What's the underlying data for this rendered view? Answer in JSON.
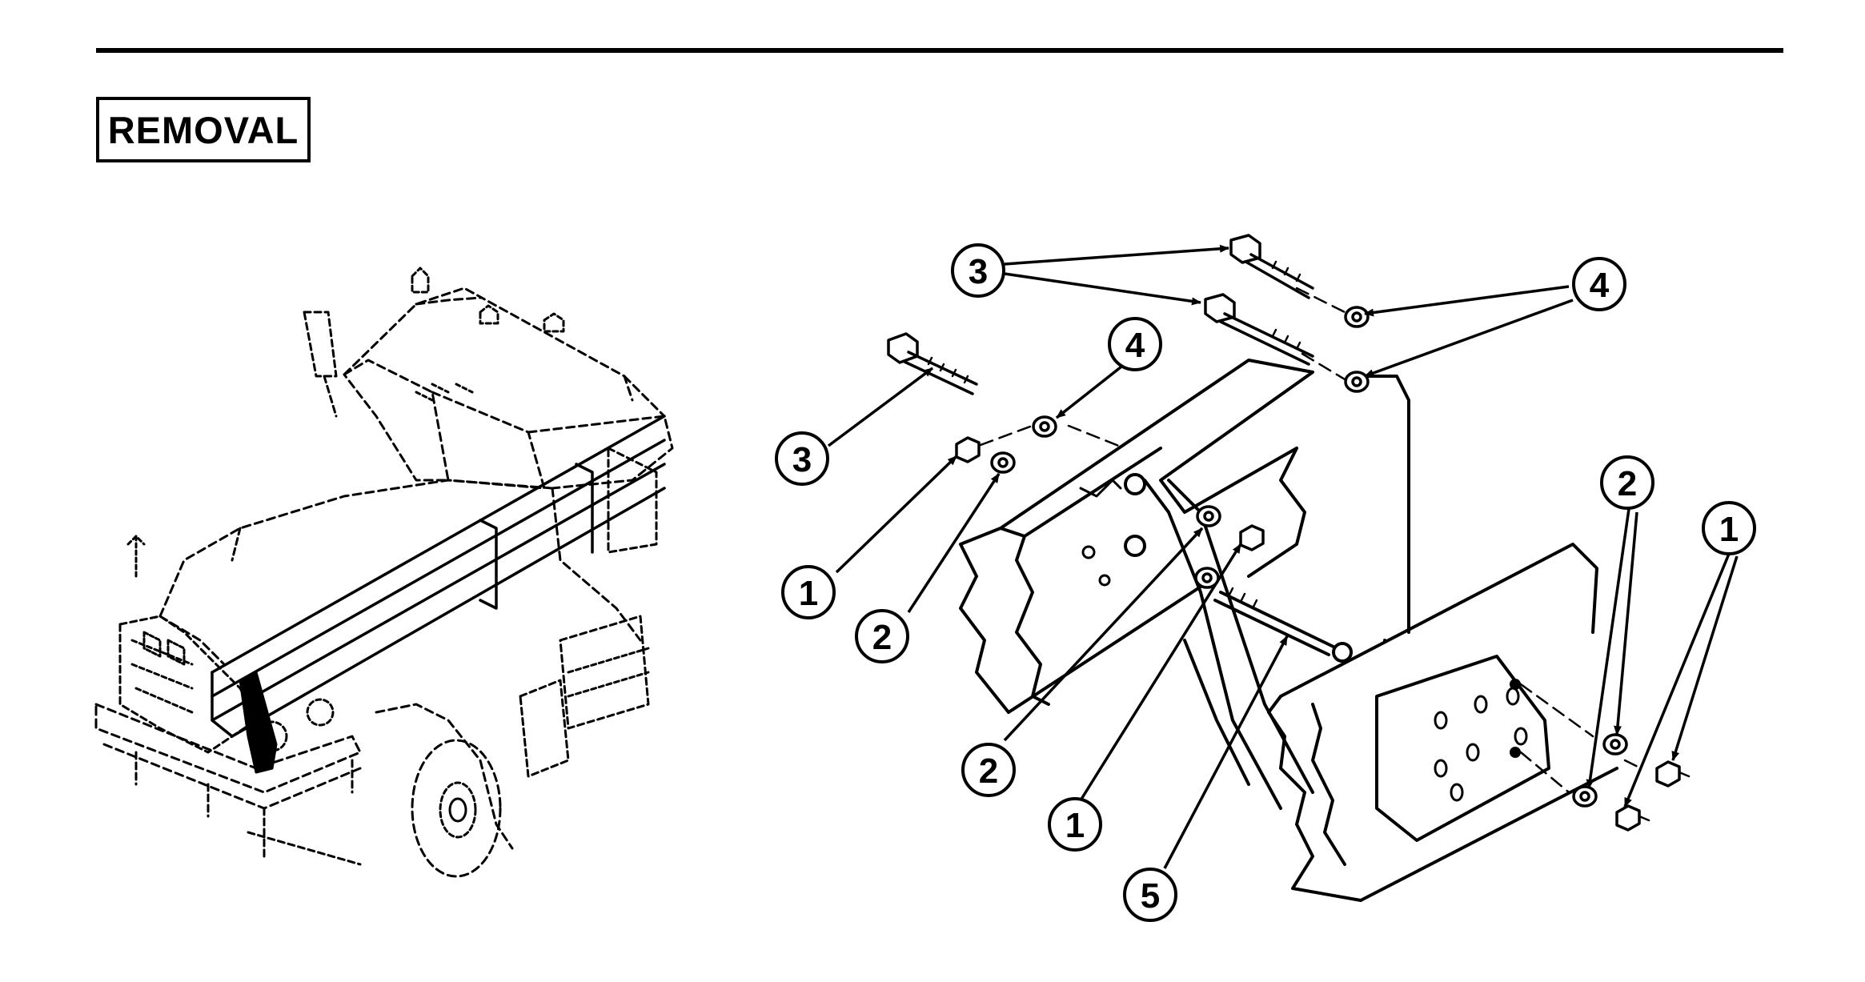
{
  "header": {
    "section_title": "REMOVAL"
  },
  "truck_figure": {
    "icon": "truck-line-drawing"
  },
  "exploded_figure": {
    "icon": "exploded-bracket-drawing",
    "callouts": [
      {
        "id": "callout-3-top",
        "label": "3"
      },
      {
        "id": "callout-4-top-right",
        "label": "4"
      },
      {
        "id": "callout-3-left",
        "label": "3"
      },
      {
        "id": "callout-4-mid",
        "label": "4"
      },
      {
        "id": "callout-1-left",
        "label": "1"
      },
      {
        "id": "callout-2-left",
        "label": "2"
      },
      {
        "id": "callout-2-center",
        "label": "2"
      },
      {
        "id": "callout-1-center",
        "label": "1"
      },
      {
        "id": "callout-5",
        "label": "5"
      },
      {
        "id": "callout-2-right",
        "label": "2"
      },
      {
        "id": "callout-1-right",
        "label": "1"
      }
    ]
  }
}
